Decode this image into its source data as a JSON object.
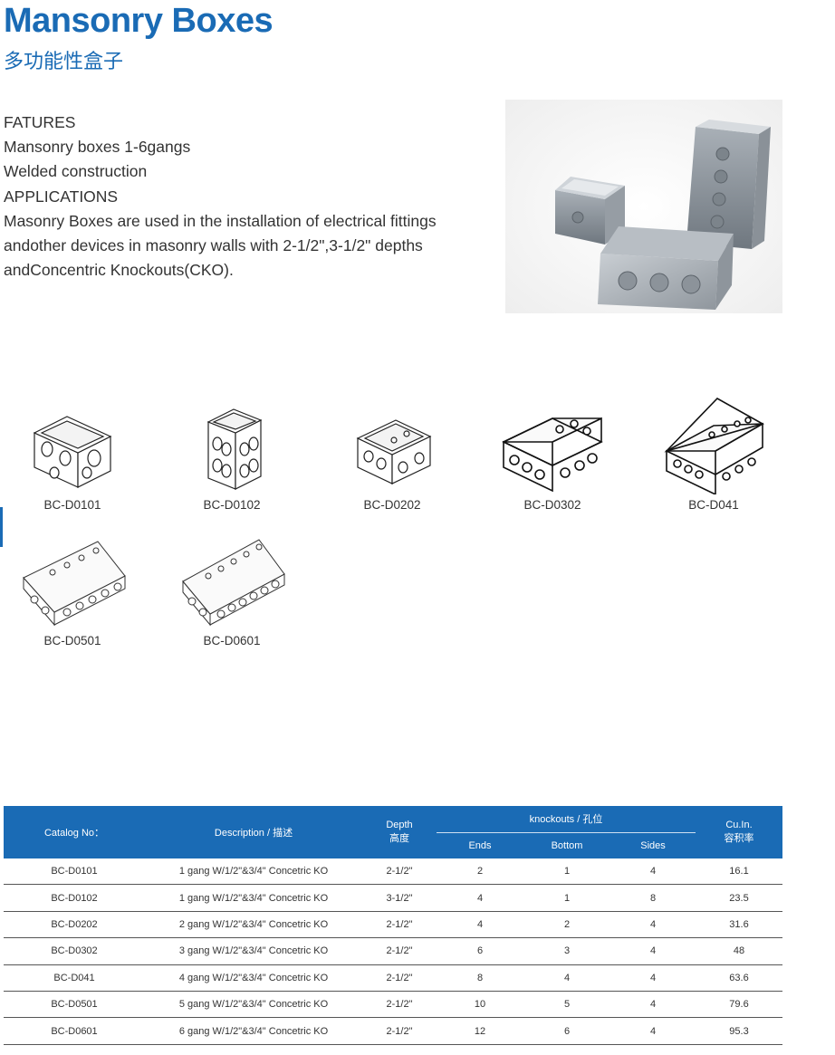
{
  "header": {
    "title": "Mansonry Boxes",
    "subtitle": "多功能性盒子"
  },
  "features": {
    "lines": [
      "FATURES",
      "Mansonry boxes 1-6gangs",
      "Welded construction",
      "APPLICATIONS",
      "Masonry Boxes are used in the installation of electrical fittings",
      "andother devices in masonry walls with 2-1/2\",3-1/2\" depths",
      "andConcentric Knockouts(CKO)."
    ]
  },
  "hero_image": {
    "icon": "masonry-boxes-photo"
  },
  "products": [
    {
      "label": "BC-D0101",
      "icon": "box-1-gang-drawing"
    },
    {
      "label": "BC-D0102",
      "icon": "box-1-gang-deep-drawing"
    },
    {
      "label": "BC-D0202",
      "icon": "box-2-gang-drawing"
    },
    {
      "label": "BC-D0302",
      "icon": "box-3-gang-drawing"
    },
    {
      "label": "BC-D041",
      "icon": "box-4-gang-drawing"
    },
    {
      "label": "BC-D0501",
      "icon": "box-5-gang-drawing"
    },
    {
      "label": "BC-D0601",
      "icon": "box-6-gang-drawing"
    }
  ],
  "table": {
    "headers": {
      "catalog": "Catalog No：",
      "description": "Description / 描述",
      "depth": "Depth",
      "depth_cn": "高度",
      "knockouts": "knockouts / 孔位",
      "ends": "Ends",
      "bottom": "Bottom",
      "sides": "Sides",
      "cuin": "Cu.In.",
      "cuin_cn": "容积率"
    },
    "rows": [
      {
        "catalog": "BC-D0101",
        "description": "1 gang W/1/2\"&3/4\" Concetric KO",
        "depth": "2-1/2\"",
        "ends": "2",
        "bottom": "1",
        "sides": "4",
        "cuin": "16.1"
      },
      {
        "catalog": "BC-D0102",
        "description": "1 gang W/1/2\"&3/4\" Concetric KO",
        "depth": "3-1/2\"",
        "ends": "4",
        "bottom": "1",
        "sides": "8",
        "cuin": "23.5"
      },
      {
        "catalog": "BC-D0202",
        "description": "2 gang W/1/2\"&3/4\" Concetric KO",
        "depth": "2-1/2\"",
        "ends": "4",
        "bottom": "2",
        "sides": "4",
        "cuin": "31.6"
      },
      {
        "catalog": "BC-D0302",
        "description": "3 gang W/1/2\"&3/4\" Concetric KO",
        "depth": "2-1/2\"",
        "ends": "6",
        "bottom": "3",
        "sides": "4",
        "cuin": "48"
      },
      {
        "catalog": "BC-D041",
        "description": "4 gang W/1/2\"&3/4\" Concetric KO",
        "depth": "2-1/2\"",
        "ends": "8",
        "bottom": "4",
        "sides": "4",
        "cuin": "63.6"
      },
      {
        "catalog": "BC-D0501",
        "description": "5 gang W/1/2\"&3/4\" Concetric KO",
        "depth": "2-1/2\"",
        "ends": "10",
        "bottom": "5",
        "sides": "4",
        "cuin": "79.6"
      },
      {
        "catalog": "BC-D0601",
        "description": "6 gang W/1/2\"&3/4\" Concetric KO",
        "depth": "2-1/2\"",
        "ends": "12",
        "bottom": "6",
        "sides": "4",
        "cuin": "95.3"
      }
    ]
  },
  "colors": {
    "brand": "#1a6bb5",
    "text": "#333333"
  }
}
